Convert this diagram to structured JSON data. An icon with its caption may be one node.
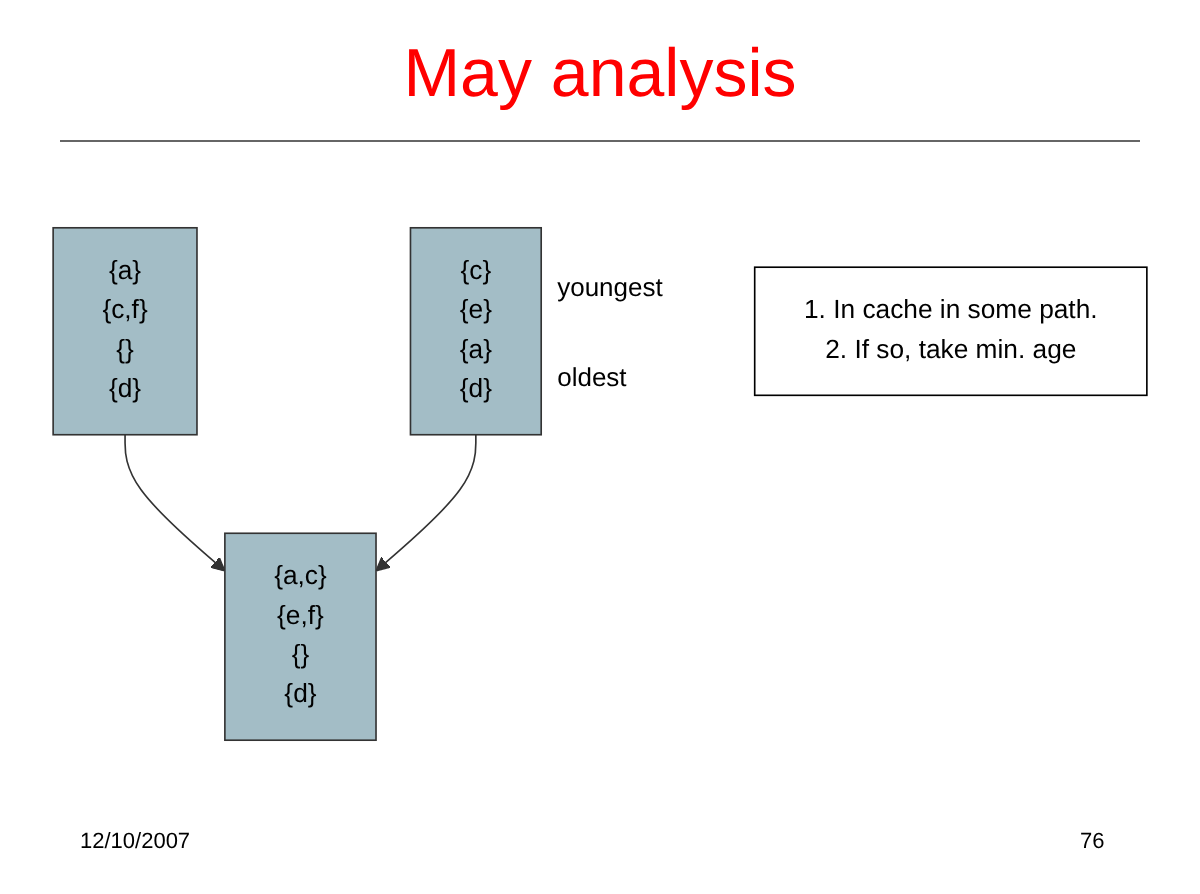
{
  "diagram": {
    "title": "May analysis",
    "nodes": [
      {
        "text": [
          "{a}",
          "{c,f}",
          "{}",
          "{d}"
        ]
      },
      {
        "text": [
          "{c}",
          "{e}",
          "{a}",
          "{d}"
        ],
        "beside": [
          "youngest",
          "oldest"
        ]
      },
      {
        "text": [
          "{a,c}",
          "{e,f}",
          "{}",
          "{d}"
        ]
      },
      {
        "text": [
          "1. In cache in some path.",
          "2. If so, take min. age"
        ]
      }
    ],
    "edges": [
      {
        "from": 0,
        "to": 2,
        "arrow": "to"
      },
      {
        "from": 1,
        "to": 2,
        "arrow": "to"
      }
    ],
    "labels": [
      "12/10/2007",
      "76"
    ]
  }
}
